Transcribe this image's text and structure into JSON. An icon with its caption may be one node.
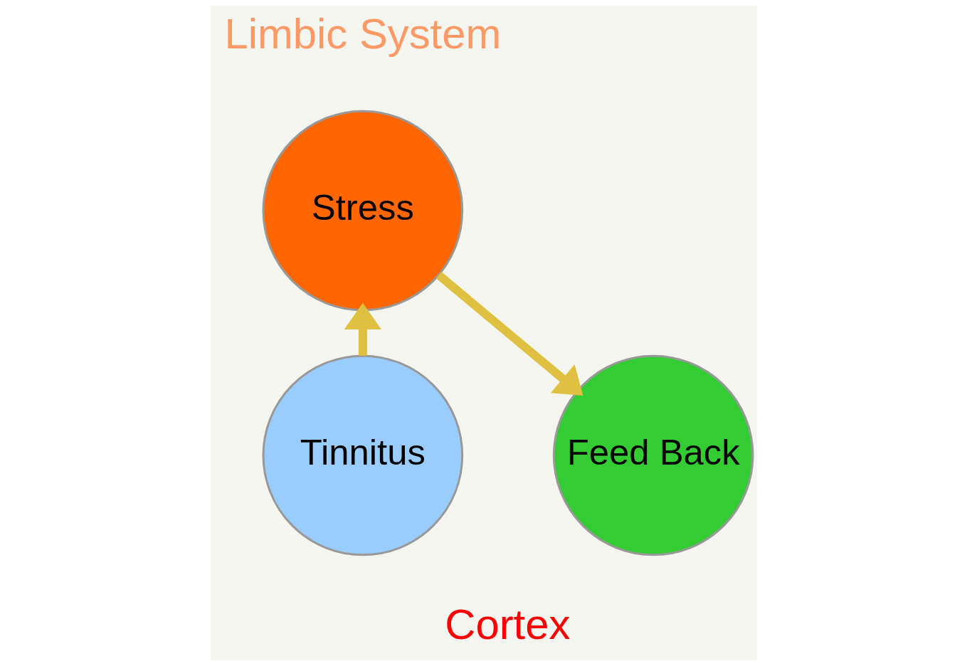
{
  "diagram": {
    "nodes": [
      {
        "text": [
          "Stress"
        ]
      },
      {
        "text": [
          "Tinnitus"
        ]
      },
      {
        "text": [
          "Feed Back"
        ]
      }
    ],
    "edges": [
      {
        "from": 1,
        "to": 0,
        "arrow": "to"
      },
      {
        "from": 0,
        "to": 2,
        "arrow": "to"
      }
    ],
    "labels": [
      "Limbic System",
      "Cortex"
    ]
  }
}
